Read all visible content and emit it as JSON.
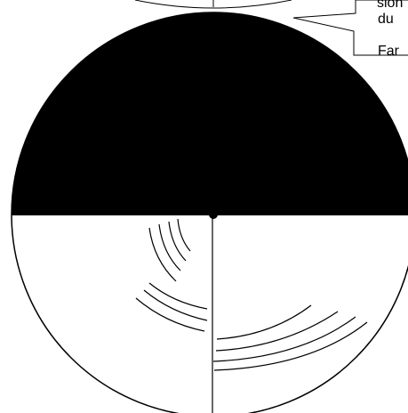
{
  "callout": {
    "lines": [
      "sion",
      "du",
      "Far"
    ]
  },
  "colors": {
    "ink": "#000000",
    "paper": "#ffffff"
  }
}
